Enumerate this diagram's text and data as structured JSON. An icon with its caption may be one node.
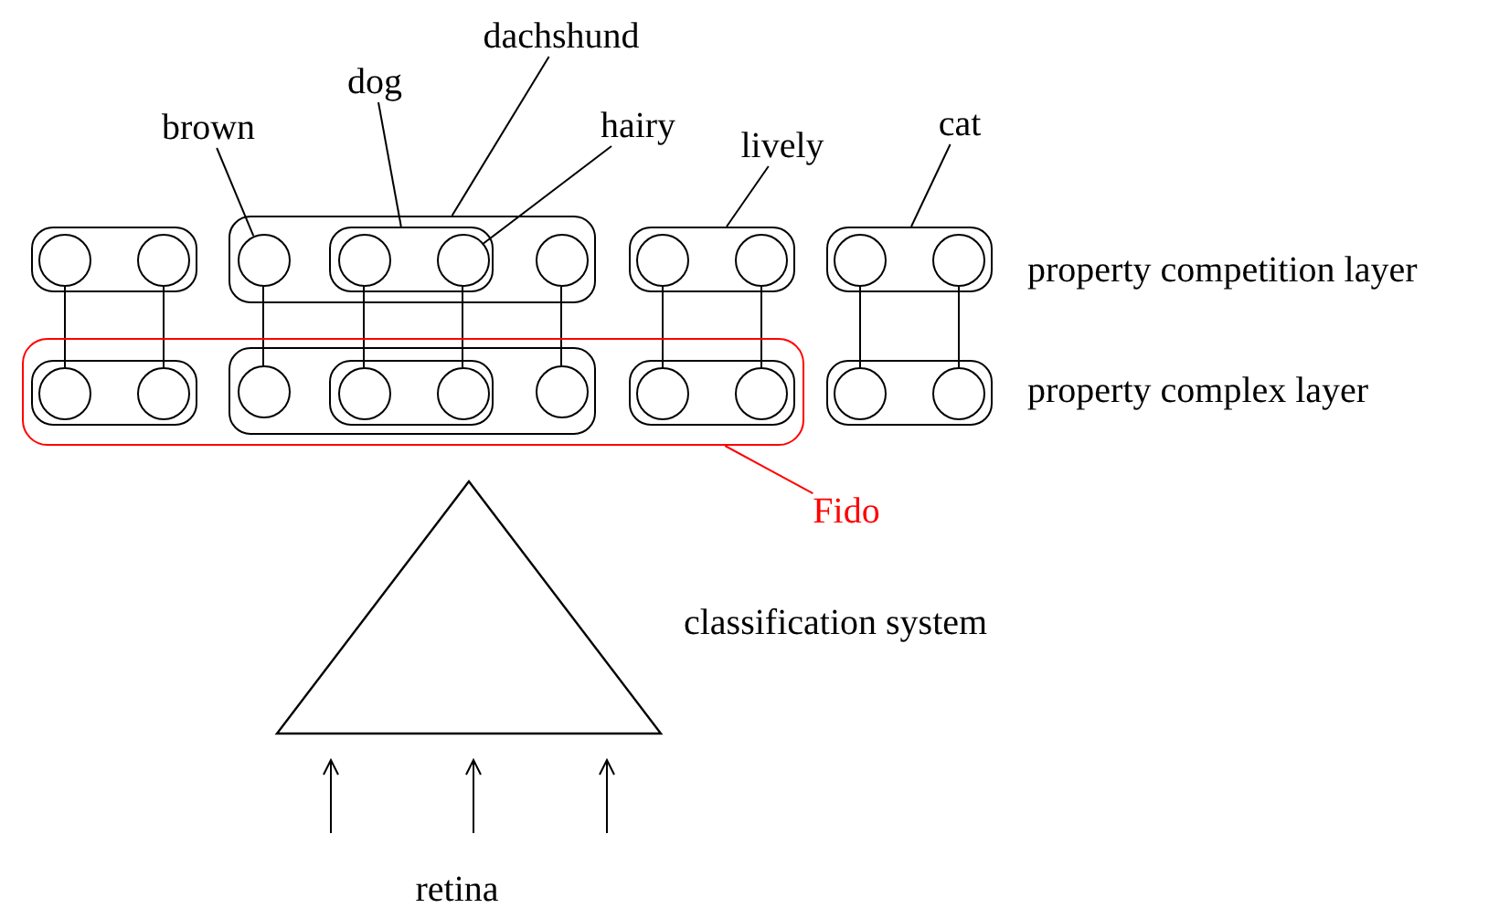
{
  "diagram": {
    "nodes": [
      {
        "text": [
          "brown"
        ]
      },
      {
        "text": [
          "dog"
        ]
      },
      {
        "text": [
          "dachshund"
        ]
      },
      {
        "text": [
          "hairy"
        ]
      },
      {
        "text": [
          "lively"
        ]
      },
      {
        "text": [
          "cat"
        ]
      },
      {
        "text": [],
        "shape": "box"
      },
      {
        "text": [],
        "shape": "circle",
        "in": 6
      },
      {
        "text": [],
        "shape": "circle",
        "in": 6
      },
      {
        "text": [],
        "shape": "box"
      },
      {
        "text": [],
        "shape": "circle",
        "in": 9
      },
      {
        "text": [],
        "shape": "box",
        "in": 9
      },
      {
        "text": [],
        "shape": "circle",
        "in": 11
      },
      {
        "text": [],
        "shape": "circle",
        "in": 11
      },
      {
        "text": [],
        "shape": "circle",
        "in": 9
      },
      {
        "text": [],
        "shape": "box"
      },
      {
        "text": [],
        "shape": "circle",
        "in": 15
      },
      {
        "text": [],
        "shape": "circle",
        "in": 15
      },
      {
        "text": [],
        "shape": "box"
      },
      {
        "text": [],
        "shape": "circle",
        "in": 18
      },
      {
        "text": [],
        "shape": "circle",
        "in": 18
      },
      {
        "text": [],
        "shape": "box"
      },
      {
        "text": [],
        "shape": "box",
        "in": 21
      },
      {
        "text": [],
        "shape": "circle",
        "in": 22
      },
      {
        "text": [],
        "shape": "circle",
        "in": 22
      },
      {
        "text": [],
        "shape": "box",
        "in": 21
      },
      {
        "text": [],
        "shape": "circle",
        "in": 25
      },
      {
        "text": [],
        "shape": "box",
        "in": 25
      },
      {
        "text": [],
        "shape": "circle",
        "in": 27
      },
      {
        "text": [],
        "shape": "circle",
        "in": 27
      },
      {
        "text": [],
        "shape": "circle",
        "in": 25
      },
      {
        "text": [],
        "shape": "box",
        "in": 21
      },
      {
        "text": [],
        "shape": "circle",
        "in": 31
      },
      {
        "text": [],
        "shape": "circle",
        "in": 31
      },
      {
        "text": [],
        "shape": "box"
      },
      {
        "text": [],
        "shape": "circle",
        "in": 34
      },
      {
        "text": [],
        "shape": "circle",
        "in": 34
      },
      {
        "text": [
          "Fido"
        ]
      },
      {
        "text": [],
        "shape": "triangle",
        "beside": [
          "classification system"
        ]
      }
    ],
    "edges": [
      {
        "from": 0,
        "to": 10,
        "arrow": "none"
      },
      {
        "from": 1,
        "to": 11,
        "arrow": "none"
      },
      {
        "from": 2,
        "to": 9,
        "arrow": "none"
      },
      {
        "from": 3,
        "to": 13,
        "arrow": "none"
      },
      {
        "from": 4,
        "to": 15,
        "arrow": "none"
      },
      {
        "from": 5,
        "to": 18,
        "arrow": "none"
      },
      {
        "from": 37,
        "to": 21,
        "arrow": "none",
        "color": "#ff0000"
      },
      {
        "from": 7,
        "to": 23,
        "arrow": "none"
      },
      {
        "from": 8,
        "to": 24,
        "arrow": "none"
      },
      {
        "from": 10,
        "to": 26,
        "arrow": "none"
      },
      {
        "from": 12,
        "to": 28,
        "arrow": "none"
      },
      {
        "from": 13,
        "to": 29,
        "arrow": "none"
      },
      {
        "from": 14,
        "to": 30,
        "arrow": "none"
      },
      {
        "from": 16,
        "to": 32,
        "arrow": "none"
      },
      {
        "from": 17,
        "to": 33,
        "arrow": "none"
      },
      {
        "from": 19,
        "to": 35,
        "arrow": "none"
      },
      {
        "from": 20,
        "to": 36,
        "arrow": "none"
      },
      {
        "from": null,
        "to": 38,
        "arrow": "to"
      },
      {
        "from": null,
        "to": 38,
        "arrow": "to"
      },
      {
        "from": null,
        "to": 38,
        "arrow": "to"
      }
    ],
    "labels": [
      "property competition layer",
      "property complex layer",
      "retina"
    ]
  }
}
